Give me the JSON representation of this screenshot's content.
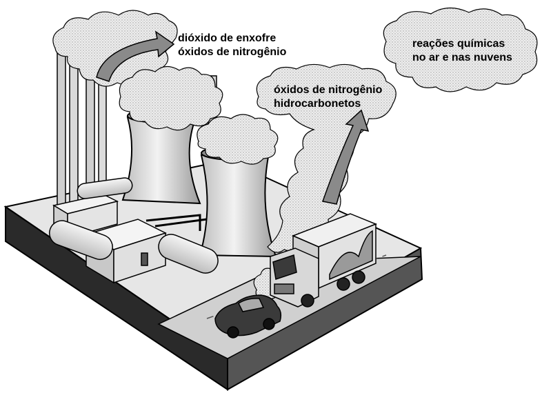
{
  "labels": {
    "top_pollutants": [
      "dióxido de enxofre",
      "óxidos de nitrogênio"
    ],
    "cloud_reactions": [
      "reações químicas",
      "no ar e nas nuvens"
    ],
    "vehicle_pollutants": [
      "óxidos de nitrogênio",
      "hidrocarbonetos"
    ]
  },
  "colors": {
    "ink": "#000000",
    "arrow": "#8a8a8a",
    "ground_front": "#2a2a2a",
    "ground_side": "#555555",
    "tower": "#d8d8d8"
  }
}
